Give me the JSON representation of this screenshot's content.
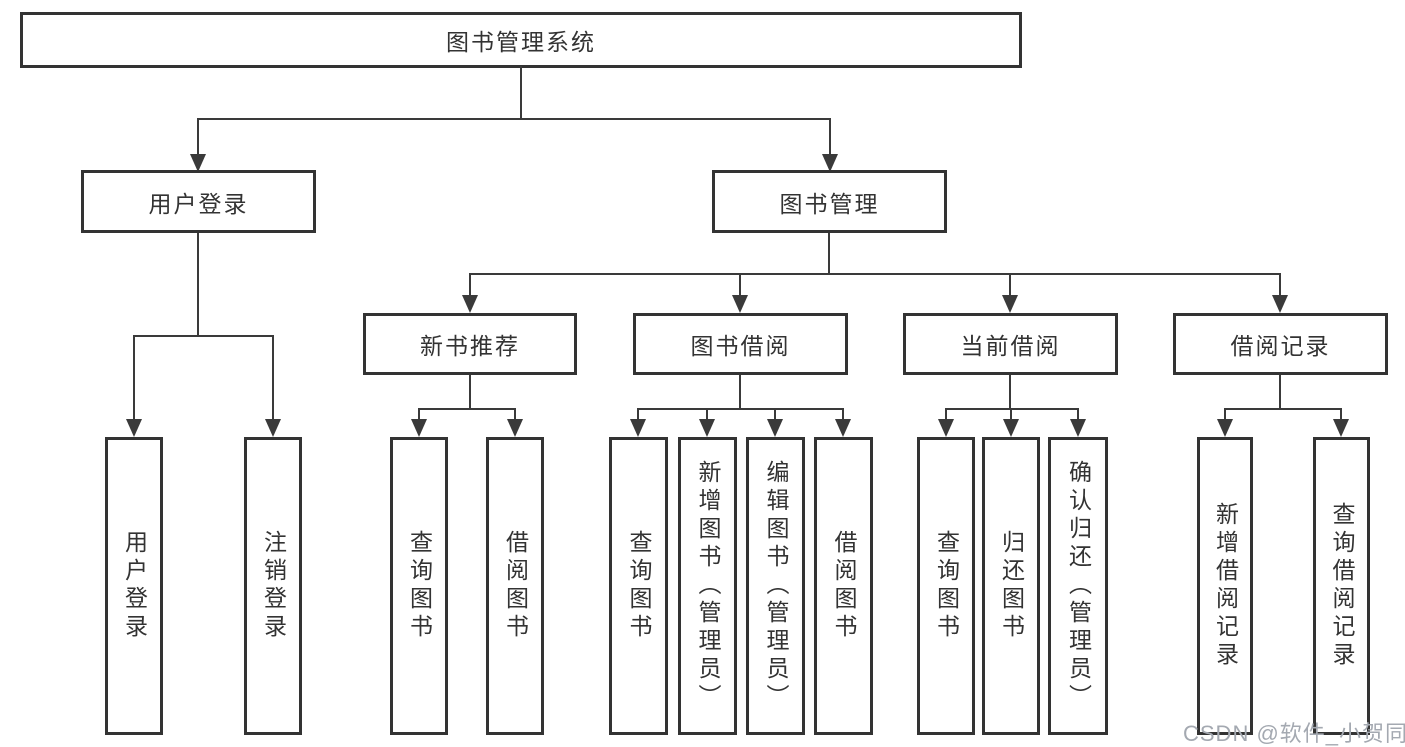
{
  "diagram": {
    "root": {
      "label": "图书管理系统"
    },
    "branches": {
      "user_login": {
        "label": "用户登录",
        "children": [
          {
            "label": "用户登录"
          },
          {
            "label": "注销登录"
          }
        ]
      },
      "book_mgmt": {
        "label": "图书管理",
        "sections": [
          {
            "label": "新书推荐",
            "children": [
              {
                "label": "查询图书"
              },
              {
                "label": "借阅图书"
              }
            ]
          },
          {
            "label": "图书借阅",
            "children": [
              {
                "label": "查询图书"
              },
              {
                "label": "新增图书（管理员）"
              },
              {
                "label": "编辑图书（管理员）"
              },
              {
                "label": "借阅图书"
              }
            ]
          },
          {
            "label": "当前借阅",
            "children": [
              {
                "label": "查询图书"
              },
              {
                "label": "归还图书"
              },
              {
                "label": "确认归还（管理员）"
              }
            ]
          },
          {
            "label": "借阅记录",
            "children": [
              {
                "label": "新增借阅记录"
              },
              {
                "label": "查询借阅记录"
              }
            ]
          }
        ]
      }
    }
  },
  "watermark": {
    "text": "CSDN @软件_小贺同学"
  },
  "colors": {
    "line": "#3a3a3a",
    "border": "#333333",
    "text": "#333333",
    "watermark": "#a4a9b1",
    "background": "#ffffff"
  }
}
